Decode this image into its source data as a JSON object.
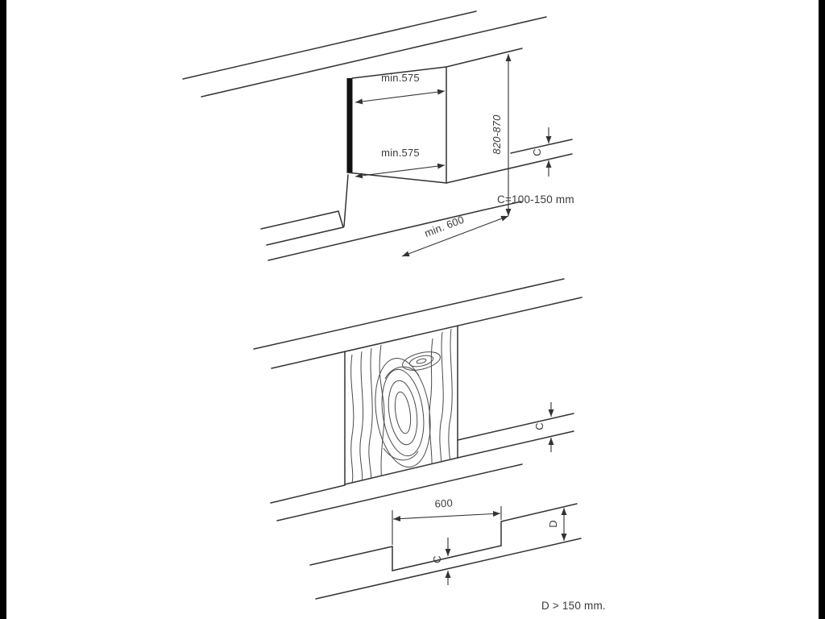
{
  "page": {
    "background": "#ffffff",
    "edge_bar_color": "#000000",
    "line_color": "#333333",
    "text_color": "#3a3a3a"
  },
  "top_diagram": {
    "name": "built-in-niche-dimensions",
    "dims": {
      "width_top": "min.575",
      "width_bottom": "min.575",
      "height": "820-870",
      "depth": "min. 600",
      "gap_letter": "C"
    },
    "label_c": "C=100-150 mm"
  },
  "bottom_diagram": {
    "name": "door-panel-dimensions",
    "dims": {
      "door_width": "600",
      "gap_letter_upper": "C",
      "gap_letter_lower": "C",
      "plinth_letter": "D"
    },
    "label_d": "D > 150 mm."
  }
}
